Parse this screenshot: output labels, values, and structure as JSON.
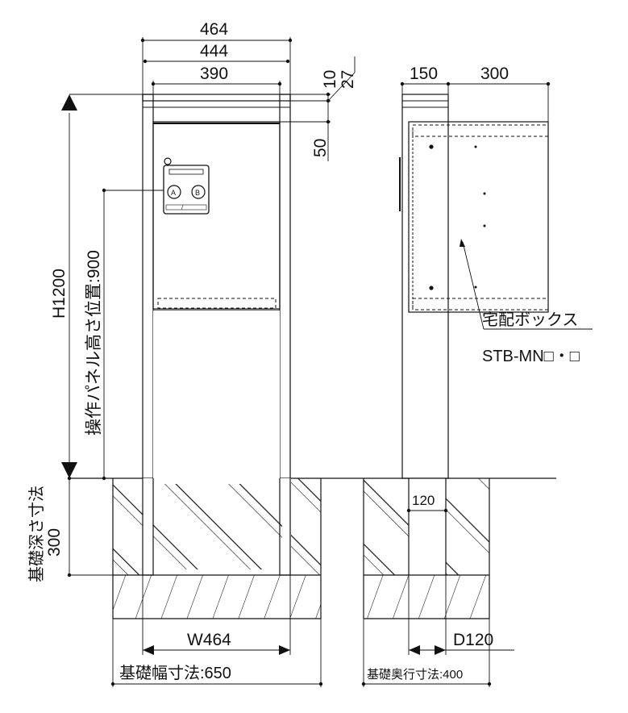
{
  "front": {
    "overall_width": "464",
    "post_outer": "444",
    "post_inner": "390",
    "top_gap_1": "10",
    "top_gap_2": "27",
    "door_gap": "50",
    "height": "H1200",
    "panel_height": "操作パネル高さ位置:900",
    "foundation_depth_label": "基礎深さ寸法",
    "foundation_depth": "300",
    "post_width": "W464",
    "foundation_width": "基礎幅寸法:650"
  },
  "side": {
    "post_depth": "150",
    "box_depth": "300",
    "embed": "120",
    "post_d": "D120",
    "foundation_depth_dim": "基礎奥行寸法:400",
    "box_label": "宅配ボックス",
    "model": "STB-MN□・□"
  },
  "panel": {
    "button_left": "A",
    "button_right": "B"
  }
}
